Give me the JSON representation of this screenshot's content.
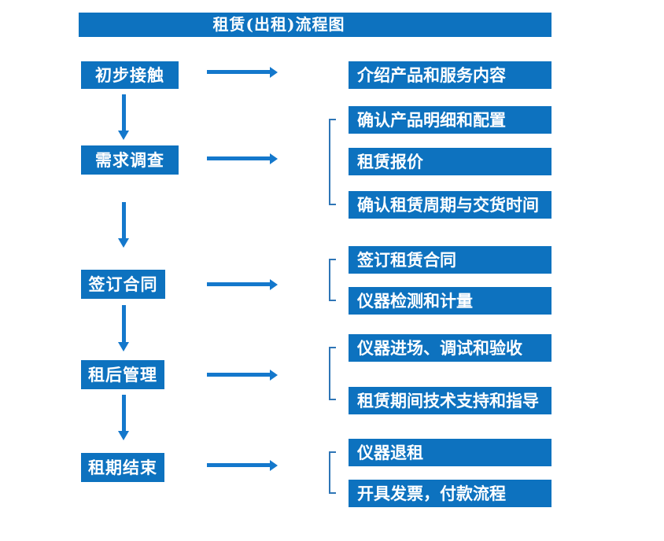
{
  "title": "租赁(出租)流程图",
  "colors": {
    "box_blue": "#0d72bf",
    "arrow_blue": "#1478cc",
    "bracket_blue": "#2e75b6",
    "text_white": "#ffffff"
  },
  "steps": [
    {
      "label": "初步接触",
      "details": [
        "介绍产品和服务内容"
      ]
    },
    {
      "label": "需求调查",
      "details": [
        "确认产品明细和配置",
        "租赁报价",
        "确认租赁周期与交货时间"
      ]
    },
    {
      "label": "签订合同",
      "details": [
        "签订租赁合同",
        "仪器检测和计量"
      ]
    },
    {
      "label": "租后管理",
      "details": [
        "仪器进场、调试和验收",
        "租赁期间技术支持和指导"
      ]
    },
    {
      "label": "租期结束",
      "details": [
        "仪器退租",
        "开具发票，付款流程"
      ]
    }
  ]
}
